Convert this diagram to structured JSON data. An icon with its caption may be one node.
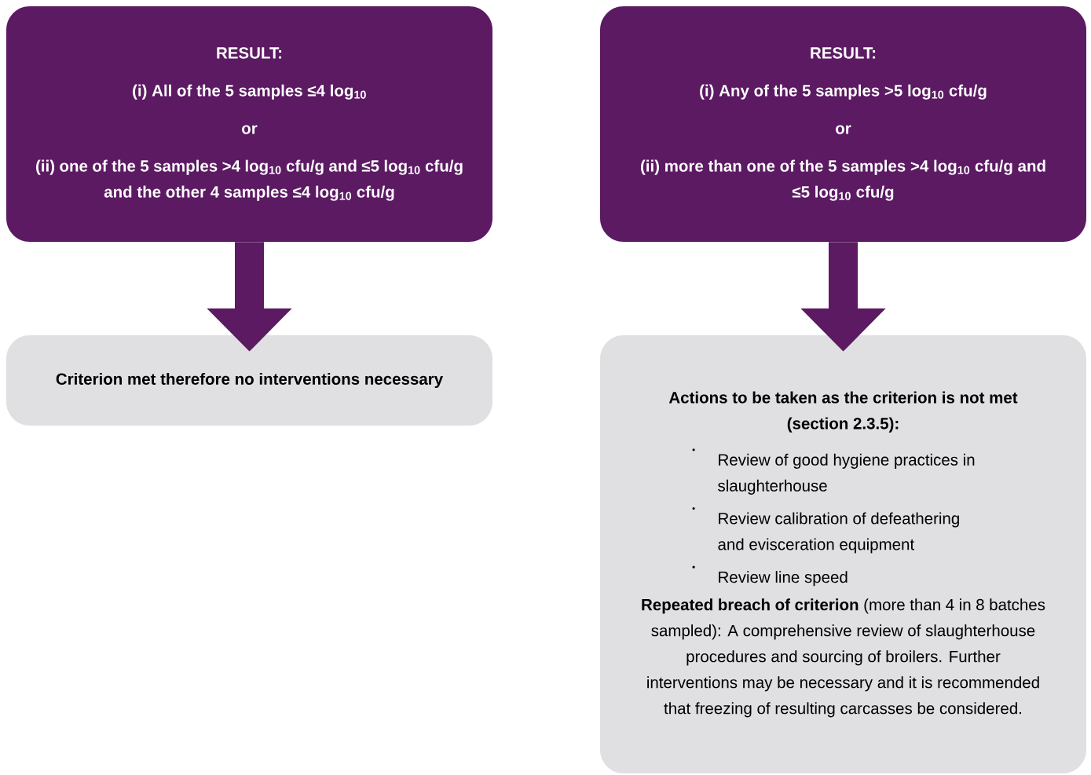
{
  "diagram": {
    "nodes": [
      {
        "text": [
          "RESULT:",
          "(i) All of the 5 samples ≤4 log$_{10}$",
          "or",
          "(ii) one of the 5 samples >4 log$_{10}$ cfu/g and ≤5 log$_{10}$ cfu/g and the other 4 samples ≤4 log$_{10}$ cfu/g"
        ]
      },
      {
        "text": [
          "RESULT:",
          "(i) Any of the 5 samples >5 log$_{10}$ cfu/g",
          "or",
          "(ii) more than one of the 5 samples >4 log$_{10}$ cfu/g and ≤5 log$_{10}$ cfu/g"
        ]
      },
      {
        "text": [
          "Criterion met therefore no interventions necessary"
        ]
      },
      {
        "text": [
          "Actions to be taken as the criterion is not met (section 2.3.5):",
          "Review of good hygiene practices in slaughterhouse",
          "Review calibration of defeathering and evisceration equipment",
          "Review line speed",
          "**Repeated breach of criterion** (more than 4 in 8 batches sampled): A comprehensive review of slaughterhouse procedures and sourcing of broilers. Further interventions may be necessary and it is recommended that freezing of resulting carcasses be considered."
        ]
      }
    ],
    "edges": [
      {
        "from": 0,
        "to": 2,
        "arrow": "to"
      },
      {
        "from": 1,
        "to": 3,
        "arrow": "to"
      }
    ]
  }
}
